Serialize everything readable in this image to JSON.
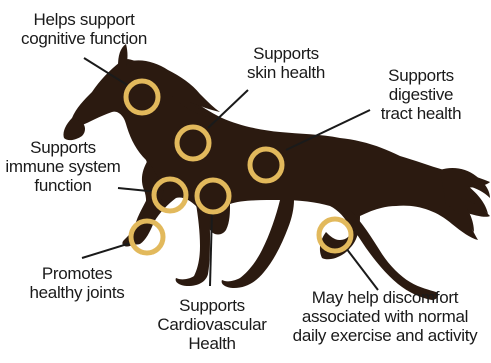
{
  "labels": {
    "cognitive": [
      "Helps support",
      "cognitive function"
    ],
    "skin": [
      "Supports",
      "skin health"
    ],
    "digestive": [
      "Supports",
      "digestive",
      "tract health"
    ],
    "immune": [
      "Supports",
      "immune system",
      "function"
    ],
    "joints": [
      "Promotes",
      "healthy joints"
    ],
    "cardio": [
      "Supports",
      "Cardiovascular",
      "Health"
    ],
    "discomfort": [
      "May help discomfort",
      "associated with normal",
      "daily exercise and activity"
    ]
  },
  "colors": {
    "horse": "#2b1a10",
    "ring": "#e2b95c",
    "line": "#1a1a1a",
    "text": "#1a1a1a"
  }
}
